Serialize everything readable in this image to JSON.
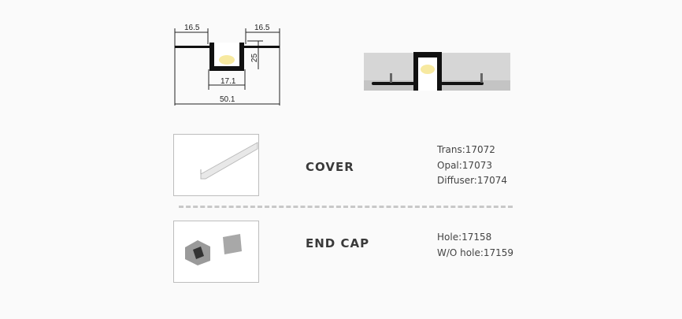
{
  "drawing": {
    "dim_left": "16.5",
    "dim_right": "16.5",
    "dim_height": "25",
    "dim_inner": "17.1",
    "dim_total": "50.1"
  },
  "cover": {
    "label": "COVER",
    "codes": [
      "Trans:17072",
      "Opal:17073",
      "Diffuser:17074"
    ]
  },
  "end_cap": {
    "label": "END CAP",
    "codes": [
      "Hole:17158",
      "W/O hole:17159"
    ]
  },
  "colors": {
    "led": "#f7e9a0",
    "profile": "#1a1a1a",
    "wall": "#d8d8d8"
  }
}
